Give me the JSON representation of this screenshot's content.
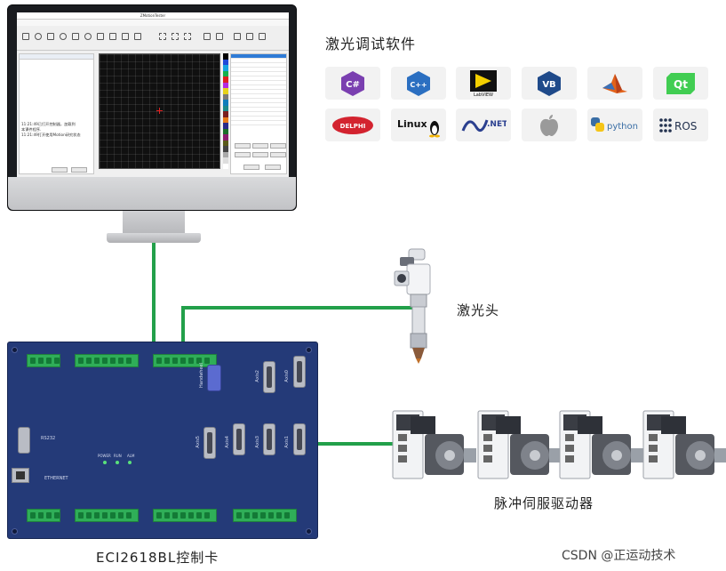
{
  "software": {
    "title": "激光调试软件",
    "logos": [
      {
        "name": "csharp-logo",
        "text": "C#",
        "bg": "#7a3fb0",
        "fg": "#ffffff"
      },
      {
        "name": "cpp-logo",
        "text": "C++",
        "bg": "#2b6fc1",
        "fg": "#ffffff"
      },
      {
        "name": "labview-logo",
        "text": "LabVIEW",
        "bg": "#111111",
        "fg": "#f4d000"
      },
      {
        "name": "vb-logo",
        "text": "VB",
        "bg": "#1f4a8a",
        "fg": "#ffffff"
      },
      {
        "name": "matlab-logo",
        "text": "",
        "bg": "#e2621a",
        "fg": "#ffffff"
      },
      {
        "name": "qt-logo",
        "text": "Qt",
        "bg": "#41cd52",
        "fg": "#ffffff"
      },
      {
        "name": "delphi-logo",
        "text": "DELPHI",
        "bg": "#d3232f",
        "fg": "#ffffff"
      },
      {
        "name": "linux-logo",
        "text": "Linux",
        "bg": "#f2f2f2",
        "fg": "#111111"
      },
      {
        "name": "dotnet-logo",
        "text": ".NET",
        "bg": "#f2f2f2",
        "fg": "#2a3f8f"
      },
      {
        "name": "apple-logo",
        "text": "",
        "bg": "#f2f2f2",
        "fg": "#999999"
      },
      {
        "name": "python-logo",
        "text": "python",
        "bg": "#f2f2f2",
        "fg": "#3a6ea5"
      },
      {
        "name": "ros-logo",
        "text": "ROS",
        "bg": "#f2f2f2",
        "fg": "#22314e"
      }
    ]
  },
  "monitor": {
    "app_title": "ZMotionTester",
    "log_lines": [
      "11:21:49已打开控制器，加载到",
      "本课件程序.",
      "11:21:49打开使用Motion研究状态"
    ]
  },
  "labels": {
    "laser_head": "激光头",
    "servo_drives": "脉冲伺服驱动器",
    "controller_card": "ECI2618BL控制卡",
    "watermark": "CSDN @正运动技术"
  },
  "board": {
    "rs232": "RS232",
    "ethernet": "ETHERNET",
    "handwheel": "Handwheel",
    "axes": [
      "Axis0",
      "Axis1",
      "Axis2",
      "Axis3",
      "Axis4",
      "Axis5"
    ],
    "leds": [
      "POWER",
      "RUN",
      "ALM"
    ]
  },
  "colors": {
    "wire": "#22a04a",
    "board": "#243a78",
    "terminal": "#2fae58"
  }
}
